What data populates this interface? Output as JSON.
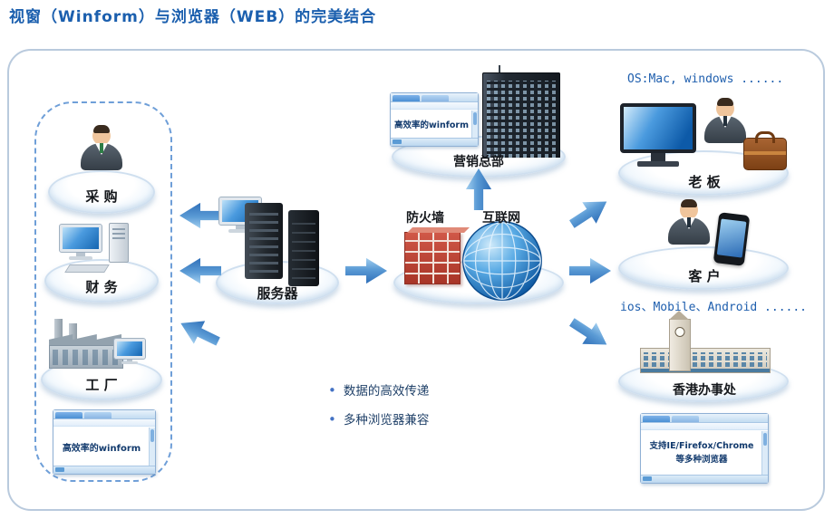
{
  "page": {
    "title": "视窗（Winform）与浏览器（WEB）的完美结合"
  },
  "colors": {
    "title": "#1b5fae",
    "arrow": "#4a8fd4",
    "note_text": "#1f5fae",
    "firewall": "#c44536"
  },
  "left_group": {
    "procurement": {
      "label": "采 购",
      "icon": "person-icon"
    },
    "finance": {
      "label": "财 务",
      "icon": "desktop-computer-icon"
    },
    "factory": {
      "label": "工 厂",
      "icon": "factory-icon"
    },
    "browser_content": "高效率的winform"
  },
  "server": {
    "label": "服务器",
    "icon": "server-towers-icon"
  },
  "marketing": {
    "label": "营销总部",
    "icon": "office-building-icon",
    "browser_content": "高效率的winform"
  },
  "network": {
    "firewall_label": "防火墙",
    "internet_label": "互联网",
    "icons": [
      "brick-wall-icon",
      "globe-icon"
    ]
  },
  "right_group": {
    "os_note": "OS:Mac, windows ......",
    "boss": {
      "label": "老 板",
      "icons": [
        "monitor-icon",
        "person-icon",
        "briefcase-icon"
      ]
    },
    "customer": {
      "label": "客 户",
      "icons": [
        "person-icon",
        "smartphone-icon"
      ]
    },
    "mobile_note": "ios、Mobile、Android ......",
    "hk_office": {
      "label": "香港办事处",
      "icon": "clock-tower-building-icon"
    },
    "browser_line1": "支持IE/Firefox/Chrome",
    "browser_line2": "等多种浏览器"
  },
  "notes": {
    "bullet1": "数据的高效传递",
    "bullet2": "多种浏览器兼容"
  }
}
